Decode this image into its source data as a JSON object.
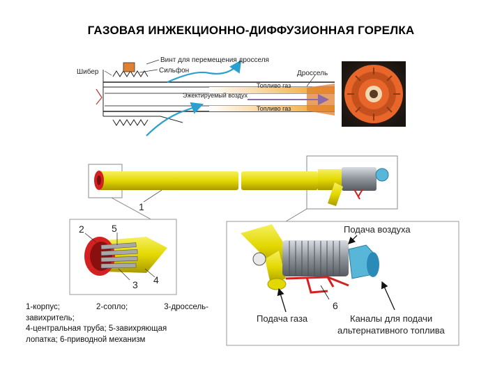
{
  "title": "ГАЗОВАЯ ИНЖЕКЦИОННО-ДИФФУЗИОННАЯ ГОРЕЛКА",
  "schematic": {
    "screw_label": "Винт для перемещения дросселя",
    "gate_label": "Шибер",
    "bellows_label": "Сильфон",
    "throttle_label": "Дроссель",
    "fuel_gas_top": "Топливо газ",
    "ejected_air": "Эжектируемый воздух",
    "fuel_gas_bottom": "Топливо газ"
  },
  "callouts": {
    "n1": "1",
    "n2": "2",
    "n3": "3",
    "n4": "4",
    "n5": "5",
    "n6": "6"
  },
  "labels": {
    "air_supply": "Подача воздуха",
    "gas_supply": "Подача газа",
    "alt_fuel_line1": "Каналы для подачи",
    "alt_fuel_line2": "альтернативного топлива"
  },
  "legend": {
    "line1_a": "1-корпус;",
    "line1_b": "2-сопло;",
    "line1_c": "3-дроссель-",
    "line2": "завихритель;",
    "line3": "4-центральная труба; 5‑завихряющая",
    "line4": "лопатка; 6-приводной механизм"
  },
  "colors": {
    "yellow": "#e8e000",
    "yellow_dark": "#b8a800",
    "red": "#d42020",
    "orange": "#e8662a",
    "blue_arrow": "#2aa0d0",
    "purple_arrow": "#8a6aa8",
    "steel": "#8c9399"
  }
}
